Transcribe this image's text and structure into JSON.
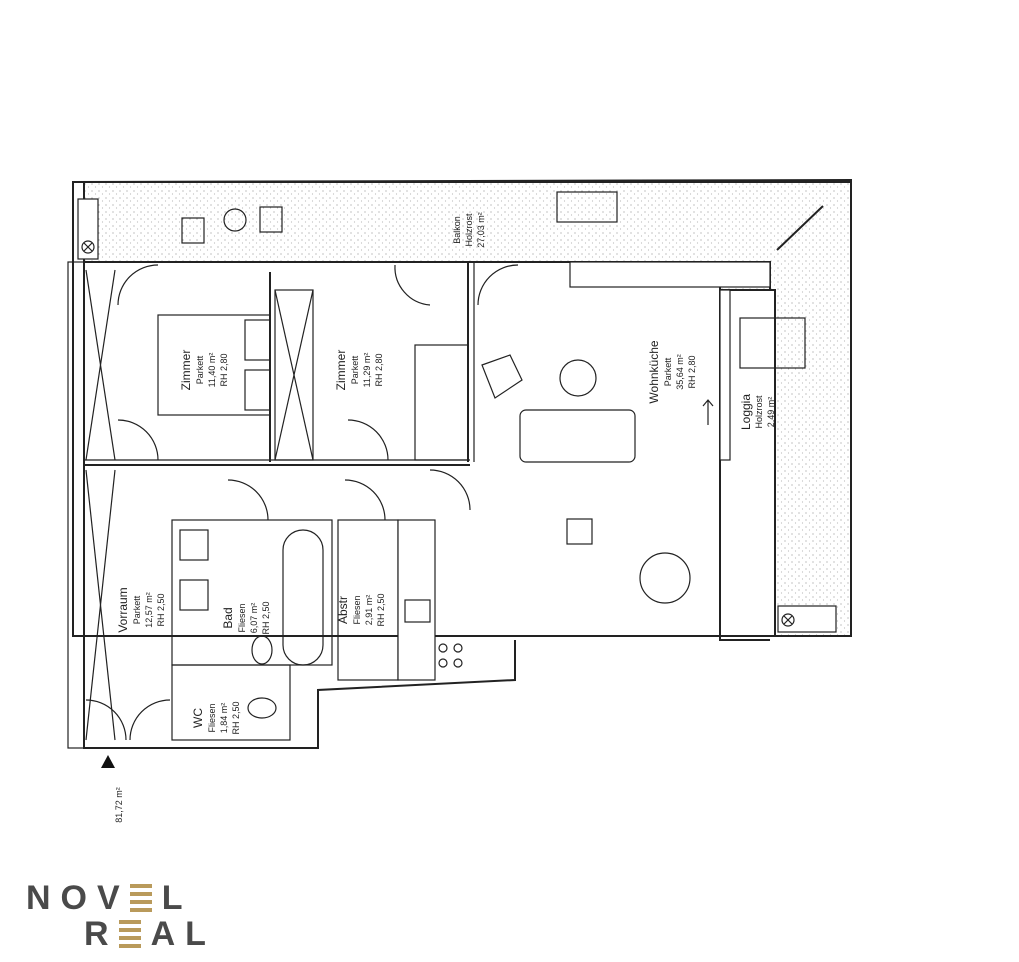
{
  "rooms": {
    "zimmer1": {
      "name": "Zimmer",
      "floor": "Parkett",
      "area": "11,40 m²",
      "height": "RH 2,80"
    },
    "zimmer2": {
      "name": "Zimmer",
      "floor": "Parkett",
      "area": "11,29 m²",
      "height": "RH 2,80"
    },
    "wohnkueche": {
      "name": "Wohnküche",
      "floor": "Parkett",
      "area": "35,64 m²",
      "height": "RH 2,80"
    },
    "loggia": {
      "name": "Loggia",
      "floor": "Holzrost",
      "area": "2,49 m²"
    },
    "balkon": {
      "name": "Balkon",
      "floor": "Holzrost",
      "area": "27,03 m²"
    },
    "vorraum": {
      "name": "Vorraum",
      "floor": "Parkett",
      "area": "12,57 m²",
      "height": "RH 2,50"
    },
    "bad": {
      "name": "Bad",
      "floor": "Fliesen",
      "area": "6,07 m²",
      "height": "RH 2,50"
    },
    "abstr": {
      "name": "Abstr",
      "floor": "Fliesen",
      "area": "2,91 m²",
      "height": "RH 2,50"
    },
    "wc": {
      "name": "WC",
      "floor": "Fliesen",
      "area": "1,84 m²",
      "height": "RH 2,50"
    }
  },
  "total_area": "81,72 m²",
  "logo": {
    "line1": "NOVEL",
    "line2": "REAL",
    "accent": "#b99a5b",
    "text_color": "#4a4a4a"
  }
}
